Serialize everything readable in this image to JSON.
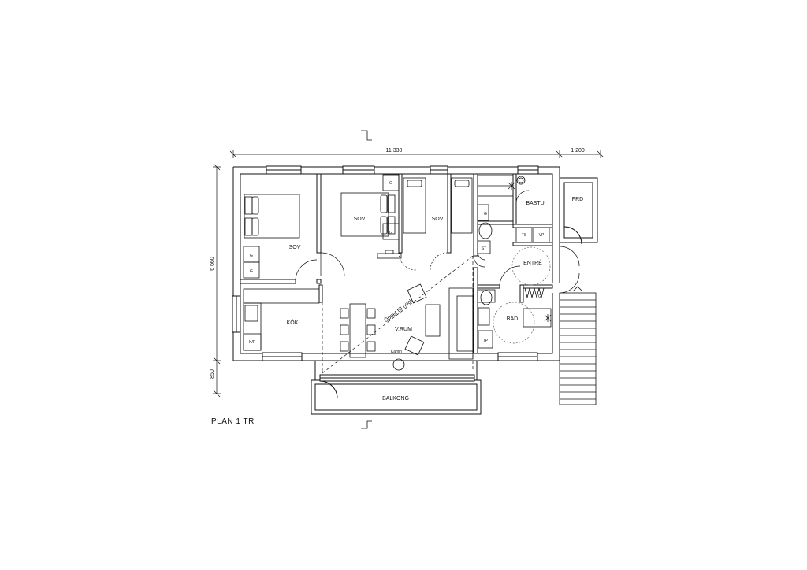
{
  "plan": {
    "title": "PLAN 1 TR",
    "dimensions": {
      "total_width": "11 330",
      "stair_width": "1 200",
      "total_depth": "6 660",
      "balcony_depth": "850"
    },
    "rooms": {
      "bedroom_1": "SOV",
      "bedroom_2": "SOV",
      "bedroom_3": "SOV",
      "sauna": "BASTU",
      "storage": "FRD",
      "entrance": "ENTRÉ",
      "kitchen": "KÖK",
      "living_room": "V.RUM",
      "bathroom": "BAD",
      "balcony": "BALKONG"
    },
    "fixtures": {
      "wardrobe": "G",
      "closet": "ST",
      "washer": "TS",
      "dryer": "VP",
      "bath_wardrobe": "TP",
      "fridge_freezer": "K/F",
      "fireplace": "Kamin",
      "open_to_ridge": "Öppet till nock"
    },
    "colors": {
      "line": "#111111",
      "wall_fill": "#ffffff",
      "light_line": "#666666"
    }
  }
}
